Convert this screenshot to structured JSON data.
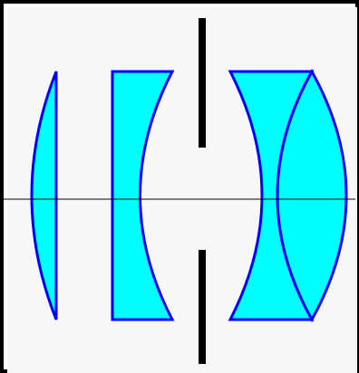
{
  "diagram": {
    "elements": [
      "lens-element-1",
      "lens-element-2",
      "aperture-stop",
      "lens-element-3",
      "lens-element-4",
      "optical-axis"
    ]
  },
  "colors": {
    "glass_fill": "#00ffff",
    "glass_outline": "#0000ff",
    "axis": "#000000",
    "stop": "#000000",
    "background": "#f7f7f7",
    "frame": "#000000"
  }
}
